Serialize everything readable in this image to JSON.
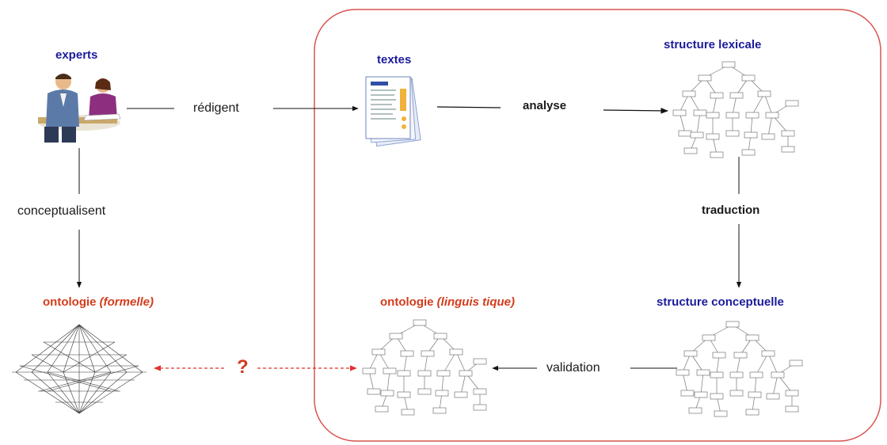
{
  "nodes": {
    "experts": "experts",
    "textes": "textes",
    "structure_lexicale": "structure lexicale",
    "structure_conceptuelle": "structure conceptuelle",
    "ontologie_formelle_main": "ontologie ",
    "ontologie_formelle_qual": "(formelle)",
    "ontologie_linguistique_main": "ontologie ",
    "ontologie_linguistique_qual": "(linguis tique)"
  },
  "edges": {
    "redigent": "rédigent",
    "analyse": "analyse",
    "conceptualisent": "conceptualisent",
    "traduction": "traduction",
    "validation": "validation",
    "question": "?"
  },
  "colors": {
    "node_blue": "#1b1b9c",
    "node_red": "#d43c1c",
    "frame_red": "#d9534f",
    "dashed_red": "#e0312a"
  }
}
